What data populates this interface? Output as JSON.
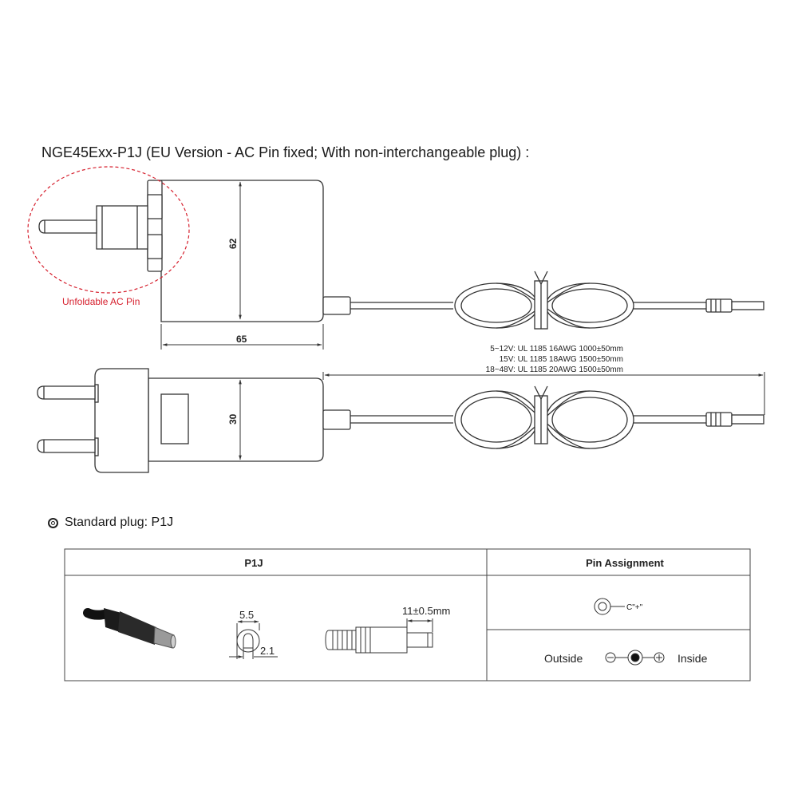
{
  "heading": "NGE45Exx-P1J (EU Version - AC Pin fixed; With non-interchangeable plug) :",
  "callout_label": "Unfoldable AC Pin",
  "dimensions": {
    "height": "62",
    "width": "65",
    "depth": "30"
  },
  "cable_specs": [
    "5~12V: UL 1185 16AWG 1000±50mm",
    "15V: UL 1185 18AWG 1500±50mm",
    "18~48V: UL 1185 20AWG 1500±50mm"
  ],
  "plug_section": {
    "title": "Standard plug: P1J",
    "table": {
      "col_plug": "P1J",
      "col_pin": "Pin Assignment",
      "outer_diameter": "5.5",
      "inner_diameter": "2.1",
      "length": "11±0.5mm",
      "center_label": "C\"+\"",
      "outside": "Outside",
      "inside": "Inside"
    }
  },
  "colors": {
    "line": "#333333",
    "callout": "#d6202e",
    "body_fill": "#ffffff"
  }
}
